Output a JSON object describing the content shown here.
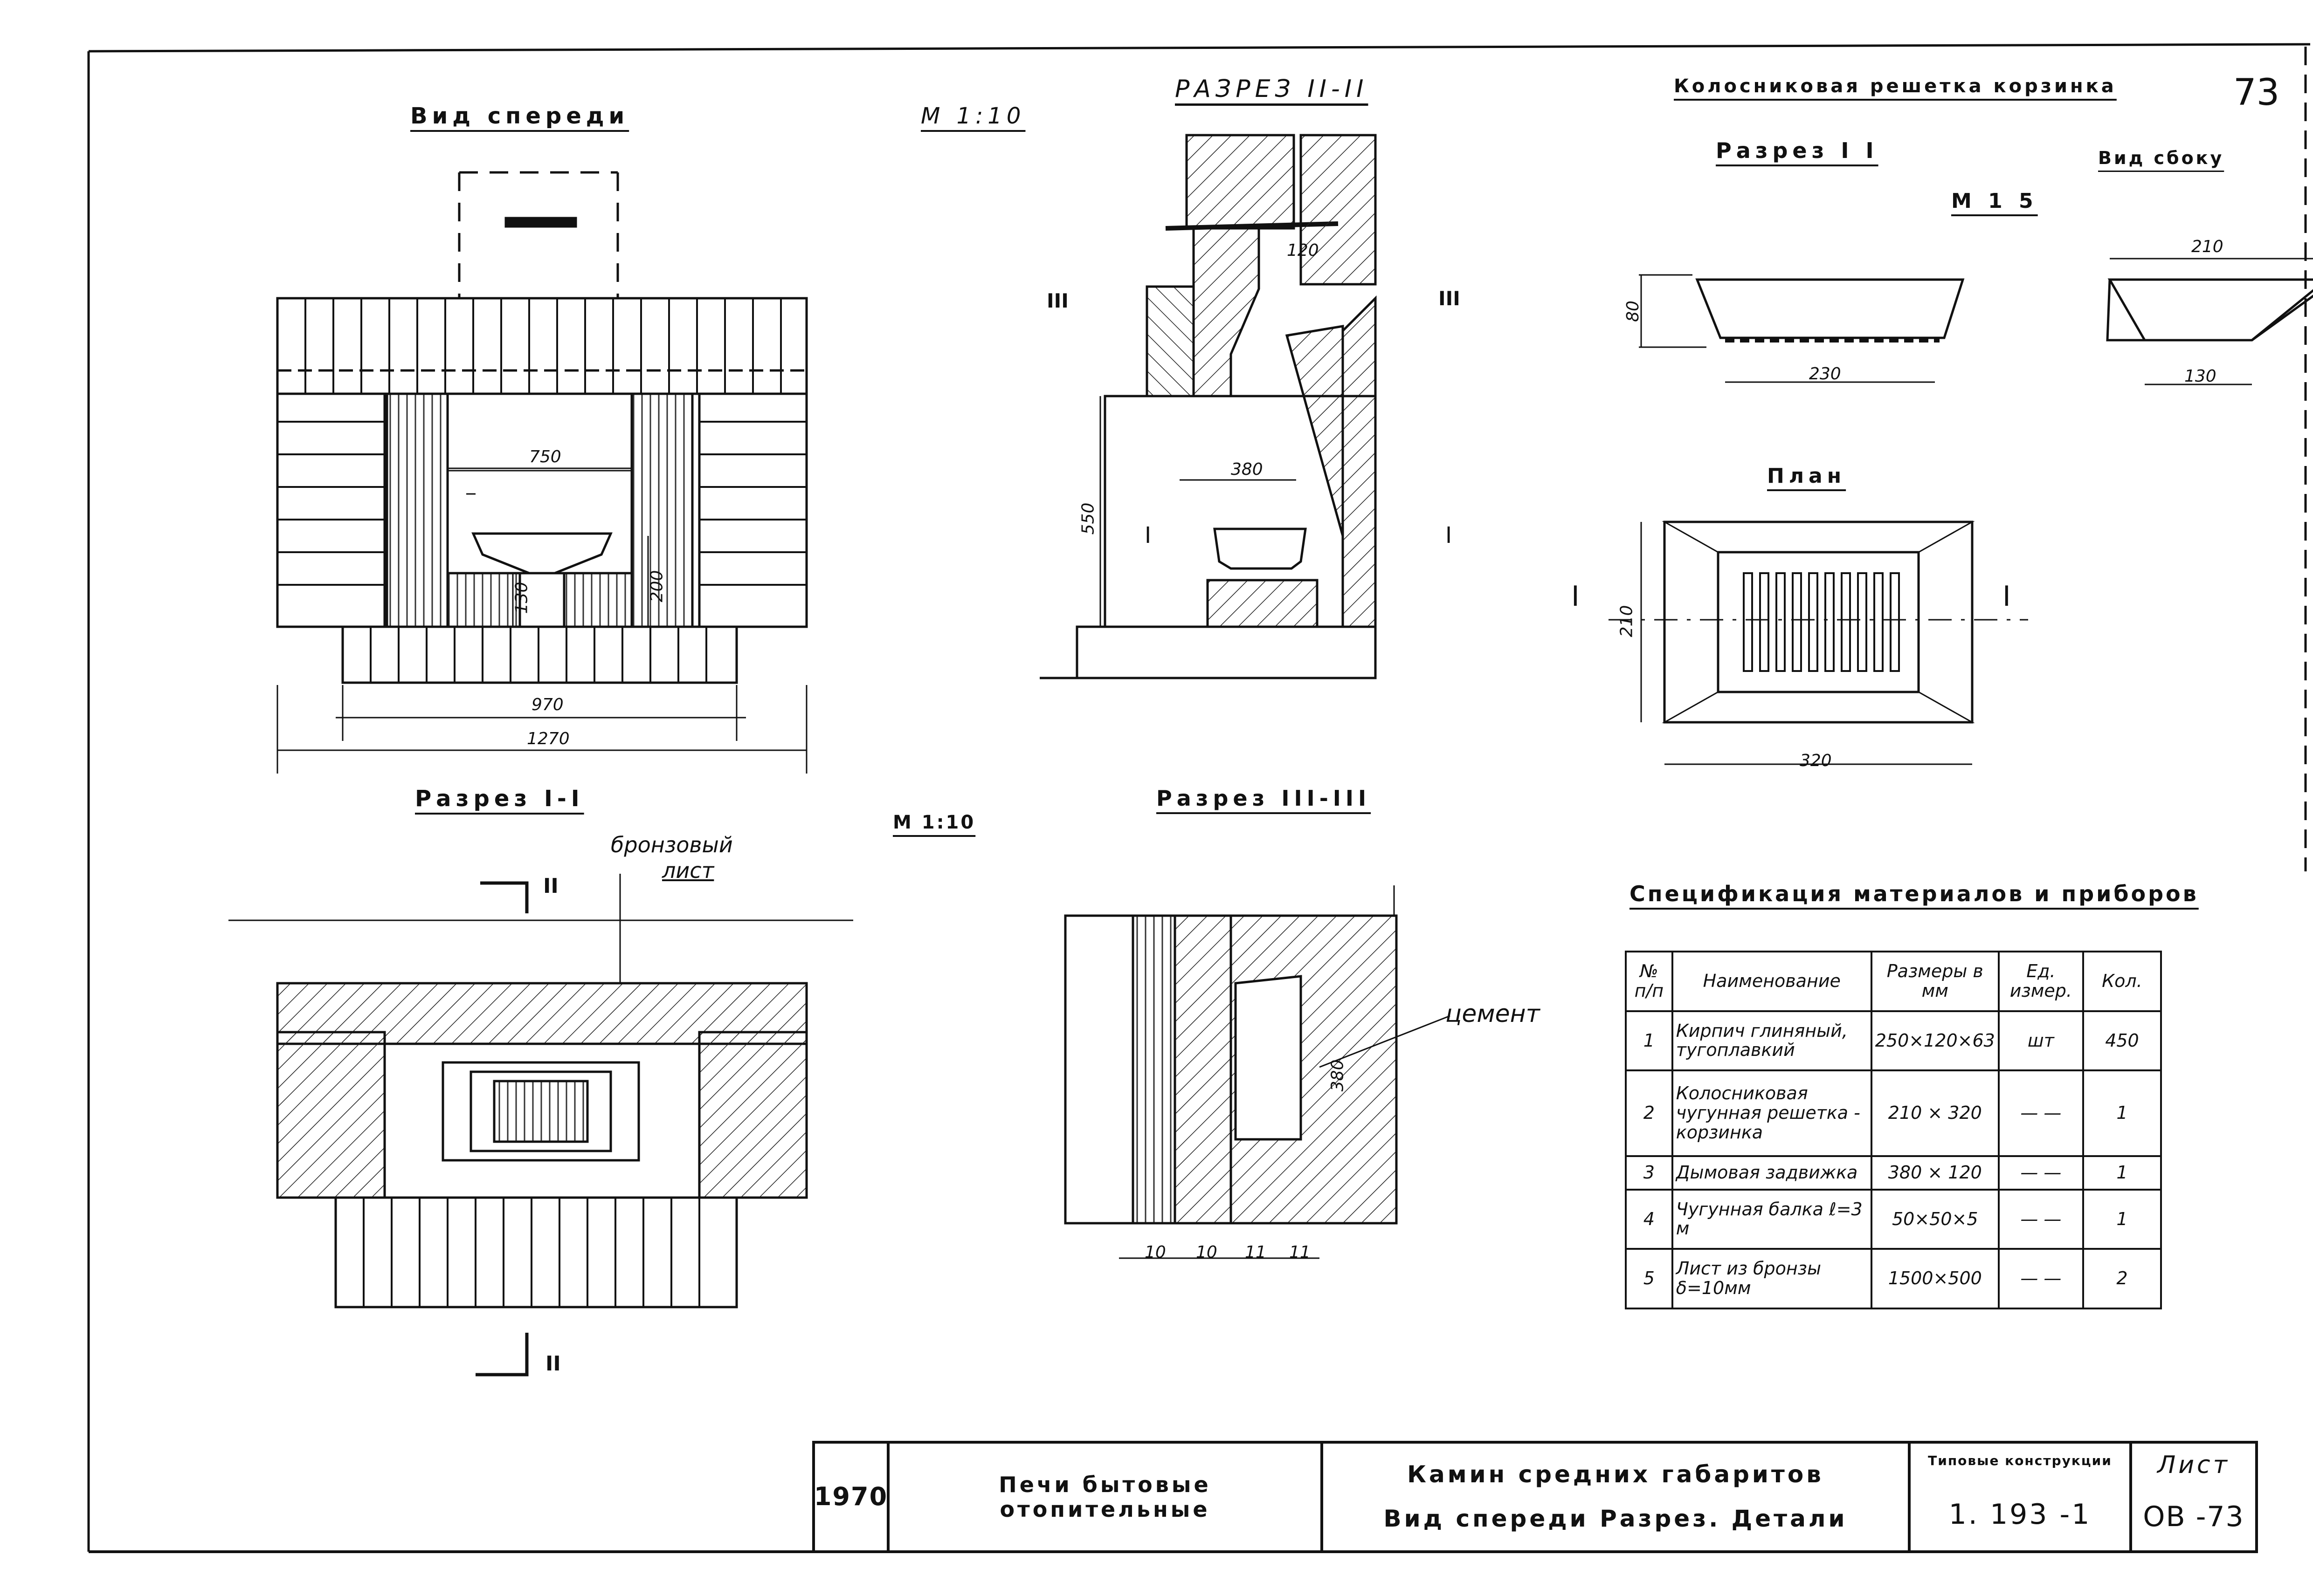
{
  "page_number": "73",
  "views": {
    "front": {
      "title": "Вид спереди",
      "scale": "М 1:10",
      "dims": {
        "opening_width": "750",
        "height_200": "200",
        "height_130": "130",
        "base_970": "970",
        "overall_1270": "1270"
      }
    },
    "section_2": {
      "title": "РАЗРЕЗ II-II",
      "dims": {
        "d120": "120",
        "d380": "380",
        "d550": "550"
      },
      "markers": {
        "m3": "III",
        "m1": "I"
      }
    },
    "grate": {
      "title": "Колосниковая решетка корзинка",
      "section": "Разрез I I",
      "side": "Вид сбоку",
      "scale": "М 1 5",
      "dims": {
        "d80": "80",
        "d230": "230",
        "d210": "210",
        "d130": "130"
      }
    },
    "plan": {
      "title": "План",
      "dims": {
        "d210": "210",
        "d320": "320"
      },
      "marker": "I"
    },
    "section_1": {
      "title": "Разрез I-I",
      "scale": "М 1:10",
      "note_line1": "бронзовый",
      "note_line2": "лист",
      "marker": "II"
    },
    "section_3": {
      "title": "Разрез III-III",
      "note": "цемент",
      "dim_380": "380",
      "bottom_dims": [
        "10",
        "10",
        "11",
        "11"
      ]
    }
  },
  "spec": {
    "title": "Спецификация материалов и приборов",
    "headers": [
      "№ п/п",
      "Наименование",
      "Размеры в мм",
      "Ед. измер.",
      "Кол."
    ],
    "rows": [
      {
        "n": "1",
        "name": "Кирпич глиняный, тугоплавкий",
        "size": "250×120×63",
        "unit": "шт",
        "qty": "450"
      },
      {
        "n": "2",
        "name": "Колосниковая чугунная решетка - корзинка",
        "size": "210 × 320",
        "unit": "— —",
        "qty": "1"
      },
      {
        "n": "3",
        "name": "Дымовая задвижка",
        "size": "380 × 120",
        "unit": "— —",
        "qty": "1"
      },
      {
        "n": "4",
        "name": "Чугунная балка ℓ=3 м",
        "size": "50×50×5",
        "unit": "— —",
        "qty": "1"
      },
      {
        "n": "5",
        "name": "Лист из бронзы δ=10мм",
        "size": "1500×500",
        "unit": "— —",
        "qty": "2"
      }
    ]
  },
  "title_block": {
    "year": "1970",
    "category": "Печи бытовые отопительные",
    "drawing_title_line1": "Камин средних габаритов",
    "drawing_title_line2": "Вид спереди Разрез. Детали",
    "series_label": "Типовые конструкции",
    "series_code": "1. 193 -1",
    "sheet_label": "Лист",
    "sheet_code": "ОВ -73"
  }
}
